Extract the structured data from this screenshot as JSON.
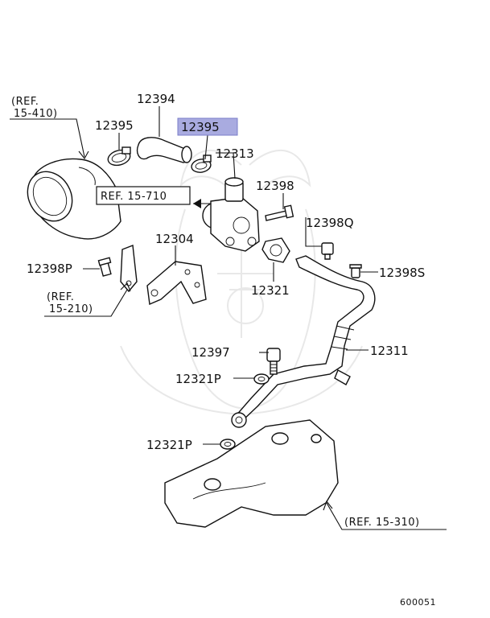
{
  "diagram": {
    "parts": [
      {
        "id": "p12394",
        "number": "12394"
      },
      {
        "id": "p12395a",
        "number": "12395"
      },
      {
        "id": "p12395b",
        "number": "12395",
        "highlight": true,
        "highlight_color": "#a9abe0"
      },
      {
        "id": "p12313",
        "number": "12313"
      },
      {
        "id": "p12398",
        "number": "12398"
      },
      {
        "id": "p12398Q",
        "number": "12398Q"
      },
      {
        "id": "p12398S",
        "number": "12398S"
      },
      {
        "id": "p12304",
        "number": "12304"
      },
      {
        "id": "p12398P",
        "number": "12398P"
      },
      {
        "id": "p12321",
        "number": "12321"
      },
      {
        "id": "p12397",
        "number": "12397"
      },
      {
        "id": "p12311",
        "number": "12311"
      },
      {
        "id": "p12321Pa",
        "number": "12321P"
      },
      {
        "id": "p12321Pb",
        "number": "12321P"
      }
    ],
    "references": {
      "ref410_line1": "(REF.",
      "ref410_line2": "15-410)",
      "ref710": "REF. 15-710",
      "ref210_line1": "(REF.",
      "ref210_line2": "15-210)",
      "ref310": "(REF. 15-310)"
    },
    "diagram_code": "600051"
  }
}
